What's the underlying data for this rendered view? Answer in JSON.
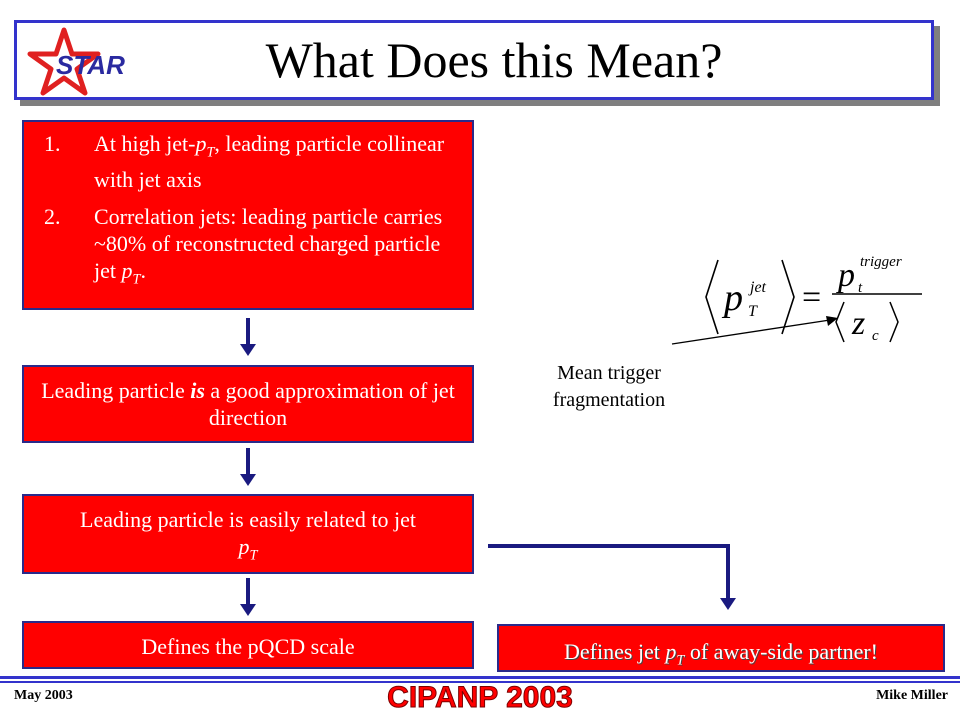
{
  "title": "What Does this Mean?",
  "logo": {
    "icon": "star-logo",
    "text": "STAR"
  },
  "box1": {
    "items": [
      {
        "number": "1.",
        "pre": "At high jet-",
        "var": "p",
        "sub": "T",
        "post": ", leading particle collinear with jet axis"
      },
      {
        "number": "2.",
        "pre": "Correlation jets: leading particle carries ~80% of reconstructed charged particle jet ",
        "var": "p",
        "sub": "T",
        "post": "."
      }
    ]
  },
  "box2": {
    "pre": "Leading particle ",
    "emph": "is",
    "post": " a good approximation of jet direction"
  },
  "box3": {
    "pre": "Leading particle is easily related to jet ",
    "var": "p",
    "sub": "T"
  },
  "box4": {
    "text": "Defines the pQCD scale"
  },
  "box5": {
    "pre": "Defines jet ",
    "var": "p",
    "sub": "T",
    "post": " of away-side partner!"
  },
  "formula": {
    "lhs_var": "p",
    "lhs_sup": "jet",
    "lhs_sub": "T",
    "equals": "=",
    "num_var": "p",
    "num_sup": "trigger",
    "num_sub": "t",
    "den_var": "z",
    "den_sub": "c"
  },
  "caption": "Mean trigger fragmentation",
  "footer": {
    "left": "May 2003",
    "center": "CIPANP 2003",
    "right": "Mike Miller"
  },
  "colors": {
    "box_red": "#ff0000",
    "accent_blue": "#3333cc",
    "arrow_navy": "#1a1a80"
  }
}
